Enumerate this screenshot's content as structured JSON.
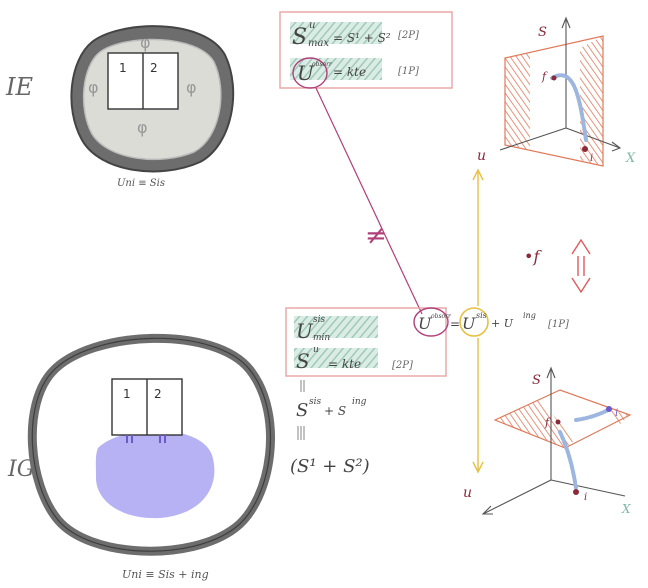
{
  "labels": {
    "case_top": "IE",
    "case_bottom": "IG",
    "caption_top": "Uni ≡ Sis",
    "caption_bottom": "Uni ≡ Sis + ing",
    "phi": "φ",
    "box1": "1",
    "box2": "2",
    "not_equal": "≠",
    "f_point": "•f",
    "f_label": "f",
    "i_label": "i",
    "s_axis": "S",
    "u_axis": "u",
    "x_axis": "X"
  },
  "top_box": {
    "eq1_lhs": "S",
    "eq1_sup": "u",
    "eq1_sub": "max",
    "eq1_rhs": "= S¹ + S²",
    "eq1_tag": "[2P]",
    "eq2_lhs": "U",
    "eq2_sup": "obsorr",
    "eq2_rhs": "= kte",
    "eq2_tag": "[1P]"
  },
  "bottom_box": {
    "eq1_lhs": "U",
    "eq1_sup": "sis",
    "eq1_sub": "min",
    "eq2_lhs": "S",
    "eq2_sup": "u",
    "eq2_rhs": "= kte",
    "eq2_tag": "[2P]",
    "extra1": "S",
    "extra1_sup1": "sis",
    "extra1_mid": "+ S",
    "extra1_sup2": "ing",
    "extra2": "(S¹ + S²)"
  },
  "right_eq": {
    "lhs": "U",
    "lhs_sup": "obsorr",
    "eq": "=",
    "mid": "U",
    "mid_sup": "sis",
    "plus": "+ U",
    "plus_sup": "ing",
    "tag": "[1P]"
  },
  "colors": {
    "ink": "#555555",
    "maroon": "#8b2a3a",
    "teal_hatch": "#7fb8a4",
    "pink_box": "#e8a3a3",
    "magenta_line": "#b0407a",
    "yellow": "#e8c040",
    "orange_plane": "#e07a5a",
    "blue_curve": "#9cb6e0",
    "purple_fill": "#a9a4f2",
    "gray_fill": "#dcdcd6"
  }
}
